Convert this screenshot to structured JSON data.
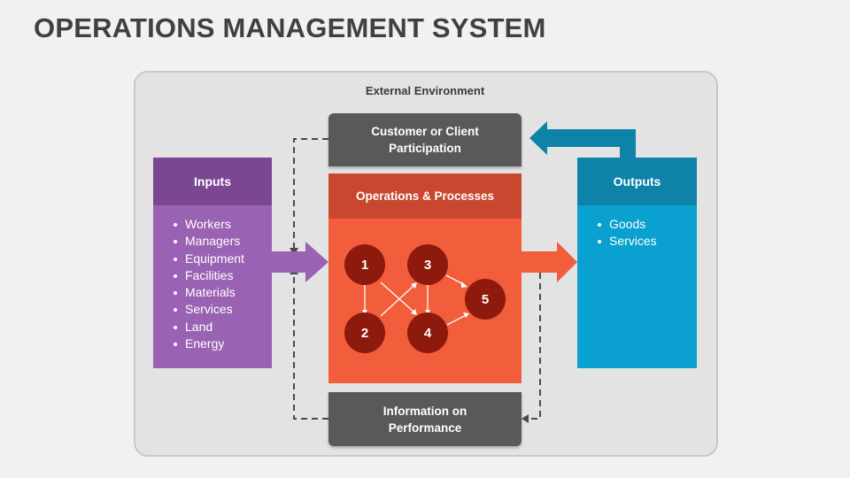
{
  "title": "OPERATIONS MANAGEMENT SYSTEM",
  "environment_label": "External Environment",
  "customer_box": {
    "line1": "Customer or Client",
    "line2": "Participation"
  },
  "inputs": {
    "title": "Inputs",
    "items": [
      "Workers",
      "Managers",
      "Equipment",
      "Facilities",
      "Materials",
      "Services",
      "Land",
      "Energy"
    ]
  },
  "operations": {
    "title": "Operations & Processes",
    "nodes": [
      "1",
      "2",
      "3",
      "4",
      "5"
    ]
  },
  "outputs": {
    "title": "Outputs",
    "items": [
      "Goods",
      "Services"
    ]
  },
  "information_box": {
    "line1": "Information on",
    "line2": "Performance"
  },
  "colors": {
    "inputs_header": "#7b4793",
    "inputs_body": "#9a62b3",
    "operations_header": "#c8472e",
    "operations_body": "#f25d3b",
    "outputs_header": "#0d83a9",
    "outputs_body": "#0aa0cf",
    "node_fill": "#8e1a0e",
    "gray_box": "#595959"
  }
}
